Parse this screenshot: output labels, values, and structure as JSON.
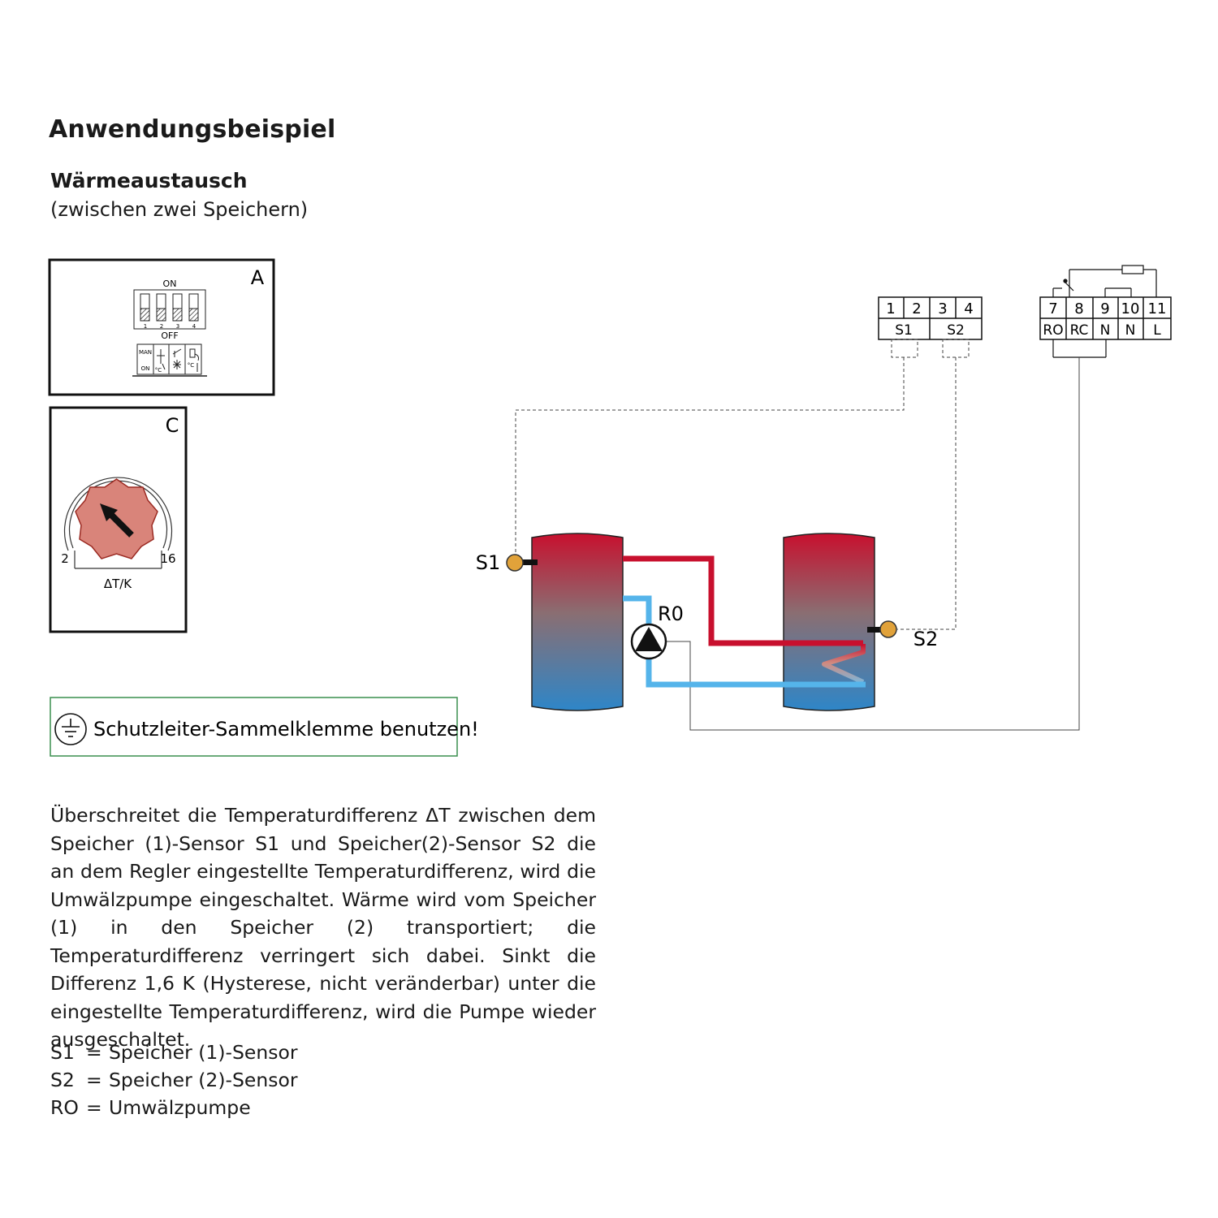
{
  "title": "Anwendungsbeispiel",
  "subtitle": "Wärmeaustausch",
  "subtitle_note": "(zwischen zwei Speichern)",
  "panel_a": {
    "letter": "A",
    "on_label": "ON",
    "off_label": "OFF",
    "switch_numbers": [
      "1",
      "2",
      "3",
      "4"
    ],
    "mode_labels": [
      "MAN",
      "ON",
      "°C",
      "°C"
    ]
  },
  "panel_c": {
    "letter": "C",
    "scale_min": "2",
    "scale_max": "16",
    "unit": "ΔT/K"
  },
  "notice": {
    "text": "Schutzleiter-Sammelklemme benutzen!",
    "border_color": "#3a8f4f"
  },
  "sensor_terminals": {
    "numbers": [
      "1",
      "2",
      "3",
      "4"
    ],
    "labels": [
      "S1",
      "S2"
    ]
  },
  "relay_terminals": {
    "numbers": [
      "7",
      "8",
      "9",
      "10",
      "11"
    ],
    "labels": [
      "RO",
      "RC",
      "N",
      "N",
      "L"
    ]
  },
  "diagram_labels": {
    "s1": "S1",
    "s2": "S2",
    "pump": "R0"
  },
  "colors": {
    "hot_pipe": "#c8102e",
    "cold_pipe": "#55b4ea",
    "sensor": "#e1a23a",
    "knob": "#d9847a"
  },
  "description": "Überschreitet die Temperaturdifferenz ΔT zwischen dem Speicher (1)-Sensor S1 und Speicher(2)-Sensor S2 die an dem Regler eingestellte Temperaturdifferenz, wird die Um­wälzpumpe eingeschaltet. Wärme wird vom Speicher (1) in den Speicher (2) transportiert; die Temperaturdifferenz verringert sich dabei. Sinkt die Differenz 1,6 K (Hysterese, nicht veränderbar) unter die eingestellte Temperaturdiffe­renz, wird die Pumpe wieder ausgeschaltet.",
  "legend": [
    {
      "key": "S1",
      "value": "Speicher (1)-Sensor"
    },
    {
      "key": "S2",
      "value": "Speicher (2)-Sensor"
    },
    {
      "key": "RO",
      "value": "Umwälzpumpe"
    }
  ]
}
